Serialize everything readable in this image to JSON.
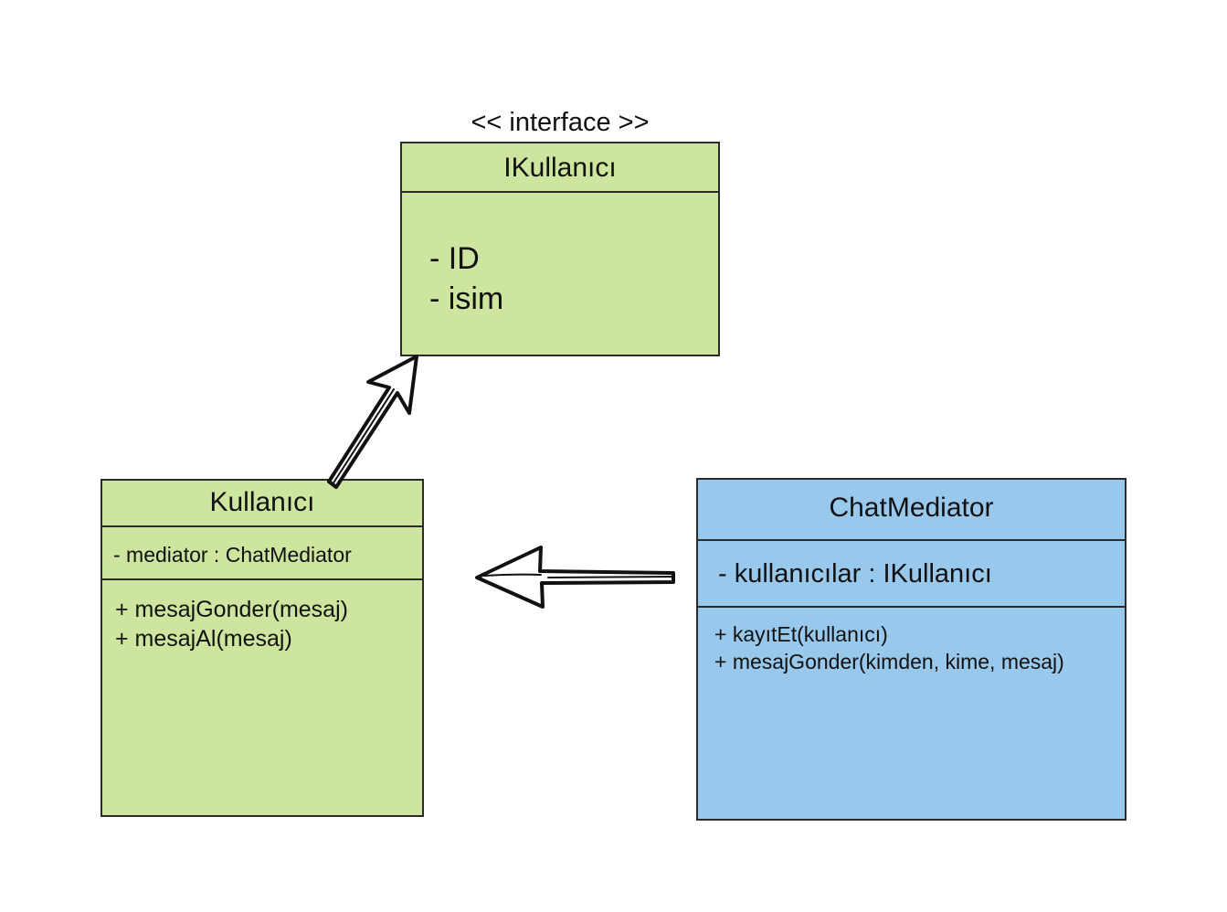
{
  "interface_box": {
    "stereotype": "<< interface >>",
    "name": "IKullanıcı",
    "attributes": [
      "- ID",
      "- isim"
    ],
    "fill_color": "#cde59e"
  },
  "kullanici_box": {
    "name": "Kullanıcı",
    "attributes": [
      "- mediator : ChatMediator"
    ],
    "methods": [
      "+ mesajGonder(mesaj)",
      "+ mesajAl(mesaj)"
    ],
    "fill_color": "#cde59e"
  },
  "chatmediator_box": {
    "name": "ChatMediator",
    "attributes": [
      "- kullanıcılar : IKullanıcı"
    ],
    "methods": [
      "+ kayıtEt(kullanıcı)",
      "+ mesajGonder(kimden, kime, mesaj)"
    ],
    "fill_color": "#99c8ed"
  },
  "relations": [
    {
      "from": "Kullanıcı",
      "to": "IKullanıcı",
      "kind": "realization"
    },
    {
      "from": "ChatMediator",
      "to": "Kullanıcı",
      "kind": "association"
    }
  ]
}
